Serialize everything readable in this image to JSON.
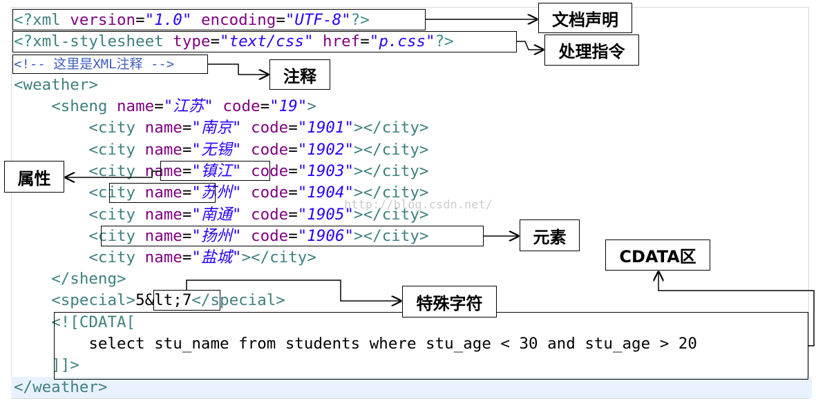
{
  "code": {
    "decl": {
      "open": "<?",
      "name": "xml",
      "a1": "version",
      "v1": "\"1.0\"",
      "a2": "encoding",
      "v2": "\"UTF-8\"",
      "close": "?>"
    },
    "pi": {
      "open": "<?",
      "name": "xml-stylesheet",
      "a1": "type",
      "v1": "\"text/css\"",
      "a2": "href",
      "v2": "\"p.css\"",
      "close": "?>"
    },
    "comment": "<!-- 这里是XML注释 -->",
    "weather_open": "<weather>",
    "sheng": {
      "tag": "sheng",
      "name_attr": "name",
      "name_val": "\"江苏\"",
      "code_attr": "code",
      "code_val": "\"19\""
    },
    "cities": [
      {
        "name": "\"南京\"",
        "code": "\"1901\""
      },
      {
        "name": "\"无锡\"",
        "code": "\"1902\""
      },
      {
        "name": "\"镇江\"",
        "code": "\"1903\""
      },
      {
        "name": "\"苏州\"",
        "code": "\"1904\""
      },
      {
        "name": "\"南通\"",
        "code": "\"1905\""
      },
      {
        "name": "\"扬州\"",
        "code": "\"1906\""
      }
    ],
    "city_last": {
      "name": "\"盐城\""
    },
    "city_tag": "city",
    "name_attr": "name",
    "code_attr": "code",
    "sheng_close": "</sheng>",
    "special_open": "<special>",
    "special_text": "5&lt;7",
    "special_close": "</special>",
    "cdata_open": "<![CDATA[",
    "cdata_body": "select stu_name from students where stu_age < 30 and stu_age > 20",
    "cdata_close": "]]>",
    "weather_close": "</weather>"
  },
  "labels": {
    "declaration": "文档声明",
    "instruction": "处理指令",
    "comment": "注释",
    "attribute": "属性",
    "element": "元素",
    "cdata": "CDATA区",
    "special_char": "特殊字符"
  },
  "watermark": "http://blog.csdn.net/"
}
